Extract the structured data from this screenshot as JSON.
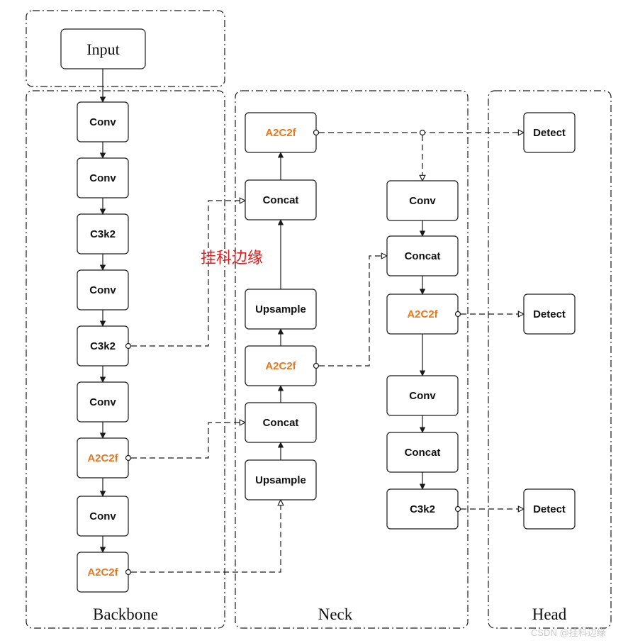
{
  "colors": {
    "stroke": "#1a1a1a",
    "accent": "#e8771e",
    "overlay_text": "#e11d1d",
    "watermark": "#c9c9c9"
  },
  "sections": {
    "input": {
      "label": "Input"
    },
    "backbone": {
      "label": "Backbone"
    },
    "neck": {
      "label": "Neck"
    },
    "head": {
      "label": "Head"
    }
  },
  "backbone_nodes": [
    "Conv",
    "Conv",
    "C3k2",
    "Conv",
    "C3k2",
    "Conv",
    "A2C2f",
    "Conv",
    "A2C2f"
  ],
  "neck_left_nodes": [
    "A2C2f",
    "Concat",
    "Upsample",
    "A2C2f",
    "Concat",
    "Upsample"
  ],
  "neck_right_nodes": [
    "Conv",
    "Concat",
    "A2C2f",
    "Conv",
    "Concat",
    "C3k2"
  ],
  "head_nodes": [
    "Detect",
    "Detect",
    "Detect"
  ],
  "accent_labels": [
    "A2C2f"
  ],
  "overlay_text": "挂科边缘",
  "watermark": "CSDN @挂科边缘"
}
